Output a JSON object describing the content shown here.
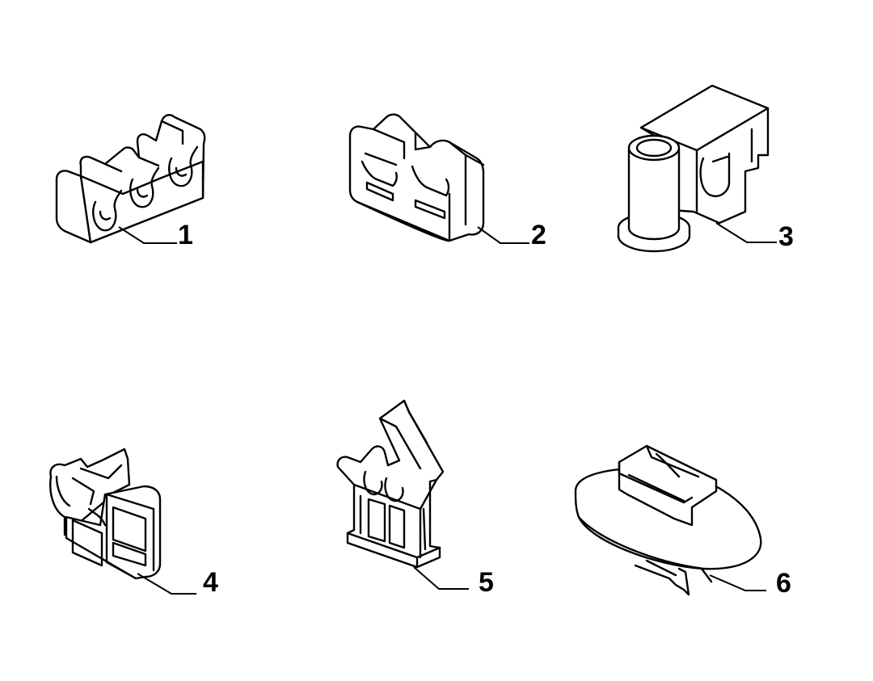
{
  "diagram": {
    "callouts": [
      {
        "label": "1"
      },
      {
        "label": "2"
      },
      {
        "label": "3"
      },
      {
        "label": "4"
      },
      {
        "label": "5"
      },
      {
        "label": "6"
      }
    ]
  }
}
